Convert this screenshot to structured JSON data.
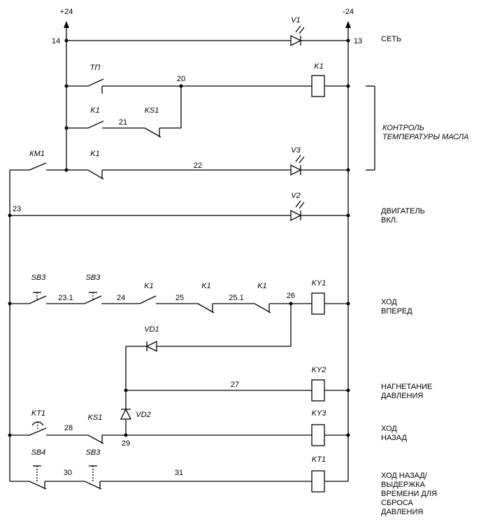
{
  "rails": {
    "left": "+24",
    "right": "-24"
  },
  "wires": {
    "w14": "14",
    "w13": "13",
    "w20": "20",
    "w21": "21",
    "w22": "22",
    "w23": "23",
    "w23_1": "23.1",
    "w24": "24",
    "w25": "25",
    "w25_1": "25.1",
    "w26": "26",
    "w27": "27",
    "w28": "28",
    "w29": "29",
    "w30": "30",
    "w31": "31"
  },
  "components": {
    "V1": "V1",
    "V2": "V2",
    "V3": "V3",
    "K1": "K1",
    "KS1": "KS1",
    "TP": "ТП",
    "KM1": "КМ1",
    "SB3": "SB3",
    "SB4": "SB4",
    "KT1": "KT1",
    "KY1": "KY1",
    "KY2": "KY2",
    "KY3": "KY3",
    "VD1": "VD1",
    "VD2": "VD2"
  },
  "descriptions": {
    "set": "СЕТЬ",
    "oil_1": "КОНТРОЛЬ",
    "oil_2": "ТЕМПЕРАТУРЫ МАСЛА",
    "motor_1": "ДВИГАТЕЛЬ",
    "motor_2": "ВКЛ.",
    "fwd_1": "ХОД",
    "fwd_2": "ВПЕРЕД",
    "press_1": "НАГНЕТАНИЕ",
    "press_2": "ДАВЛЕНИЯ",
    "back_1": "ХОД",
    "back_2": "НАЗАД",
    "rel_1": "ХОД НАЗАД/",
    "rel_2": "ВЫДЕРЖКА",
    "rel_3": "ВРЕМЕНИ ДЛЯ",
    "rel_4": "СБРОСА",
    "rel_5": "ДАВЛЕНИЯ"
  }
}
